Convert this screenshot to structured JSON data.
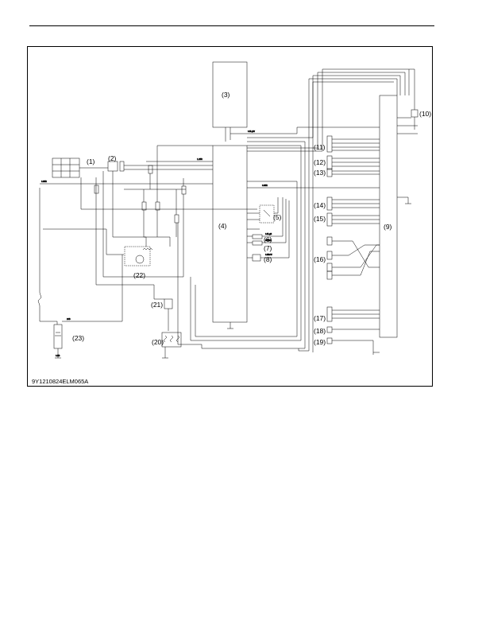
{
  "figure_code": "9Y1210824ELM065A",
  "callouts": {
    "c1": "(1)",
    "c2": "(2)",
    "c3": "(3)",
    "c4": "(4)",
    "c5": "(5)",
    "c6": "(6)",
    "c7": "(7)",
    "c8": "(8)",
    "c9": "(9)",
    "c10": "(10)",
    "c11": "(11)",
    "c12": "(12)",
    "c13": "(13)",
    "c14": "(14)",
    "c15": "(15)",
    "c16": "(16)",
    "c17": "(17)",
    "c18": "(18)",
    "c19": "(19)",
    "c20": "(20)",
    "c21": "(21)",
    "c22": "(22)",
    "c23": "(23)"
  },
  "wire_labels": {
    "main_power": "0.85R",
    "main_power_to_9": "0.85R",
    "signal_pair": "0.5LgW",
    "ground": "0.5B",
    "battery_cable": "20B",
    "pump_output": "0.5LgB",
    "solenoid_valve": "0.5W/L",
    "power_output": "1.25R",
    "can_line": "0.5BrW"
  }
}
